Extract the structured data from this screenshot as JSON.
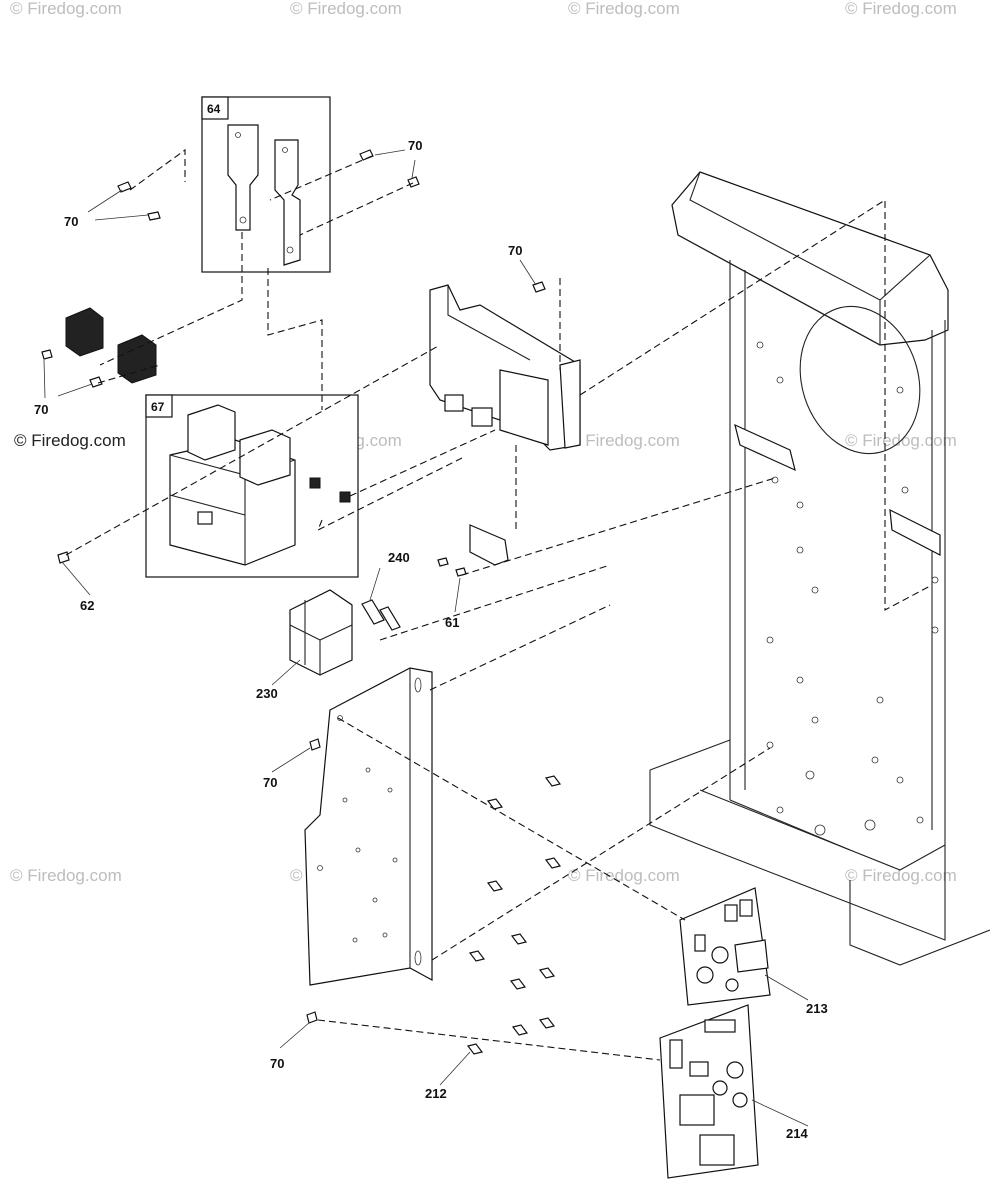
{
  "watermark": "© Firedog.com",
  "copyright": "© Firedog.com",
  "groups": {
    "g64": "64",
    "g67": "67"
  },
  "labels": {
    "p70_a": "70",
    "p70_b": "70",
    "p70_c": "70",
    "p70_d": "70",
    "p70_e": "70",
    "p70_f": "70",
    "p62": "62",
    "p240": "240",
    "p61": "61",
    "p230": "230",
    "p213": "213",
    "p214": "214",
    "p212": "212"
  }
}
